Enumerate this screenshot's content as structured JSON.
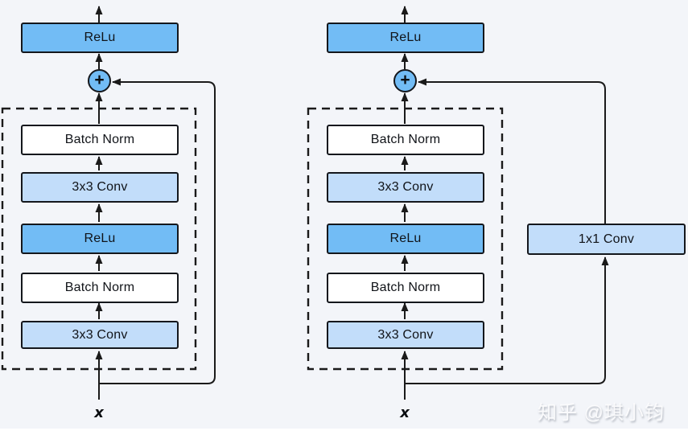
{
  "watermark": "知乎 @琪小钧",
  "colors": {
    "background": "#f3f5f9",
    "relu_fill": "#72bcf5",
    "conv_fill": "#c2ddfa",
    "batch_norm_fill": "#ffffff",
    "line": "#1a1a1a"
  },
  "diagrams": [
    {
      "name": "residual-block-identity-shortcut",
      "input_label": "x",
      "sum_label": "+",
      "output_block": "ReLu",
      "blocks": [
        "Batch Norm",
        "3x3 Conv",
        "ReLu",
        "Batch Norm",
        "3x3 Conv"
      ]
    },
    {
      "name": "residual-block-projection-shortcut",
      "input_label": "x",
      "sum_label": "+",
      "output_block": "ReLu",
      "blocks": [
        "Batch Norm",
        "3x3 Conv",
        "ReLu",
        "Batch Norm",
        "3x3 Conv"
      ],
      "shortcut_block": "1x1 Conv"
    }
  ]
}
